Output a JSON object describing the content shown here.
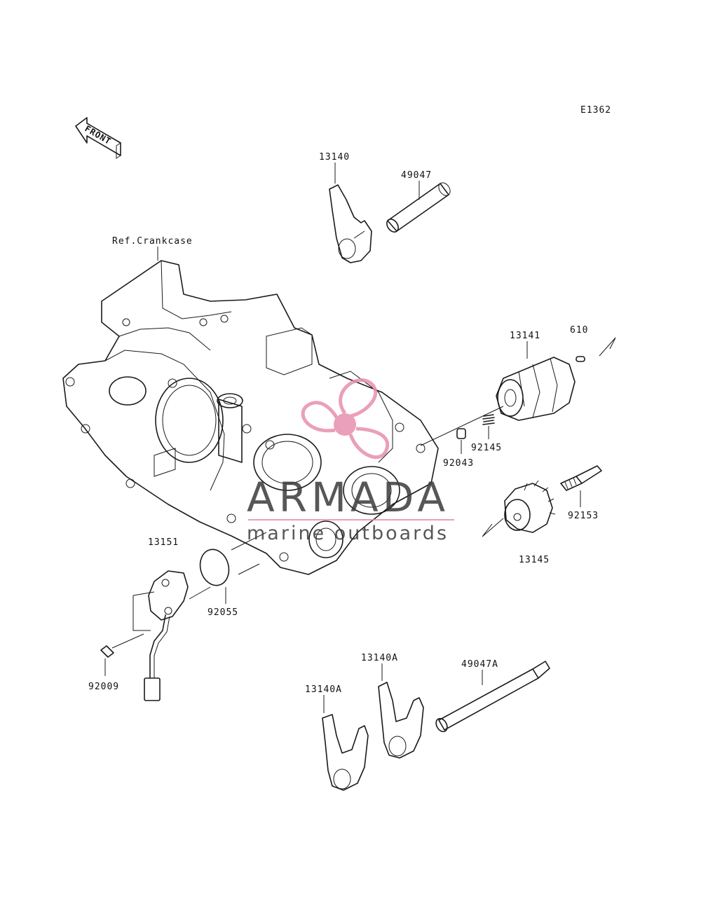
{
  "diagram_code": "E1362",
  "front_arrow_label": "FRONT",
  "reference_label": "Ref.Crankcase",
  "parts": [
    {
      "id": "p13140",
      "label": "13140"
    },
    {
      "id": "p49047",
      "label": "49047"
    },
    {
      "id": "p13141",
      "label": "13141"
    },
    {
      "id": "p610",
      "label": "610"
    },
    {
      "id": "p92145",
      "label": "92145"
    },
    {
      "id": "p92043",
      "label": "92043"
    },
    {
      "id": "p92153",
      "label": "92153"
    },
    {
      "id": "p13145",
      "label": "13145"
    },
    {
      "id": "p13151",
      "label": "13151"
    },
    {
      "id": "p92055",
      "label": "92055"
    },
    {
      "id": "p92009",
      "label": "92009"
    },
    {
      "id": "p13140A_top",
      "label": "13140A"
    },
    {
      "id": "p13140A_left",
      "label": "13140A"
    },
    {
      "id": "p49047A",
      "label": "49047A"
    }
  ],
  "watermark": {
    "brand": "ARMADA",
    "tagline": "marine outboards",
    "color_text": "#3a3a3a",
    "color_accent": "#e78fae"
  }
}
